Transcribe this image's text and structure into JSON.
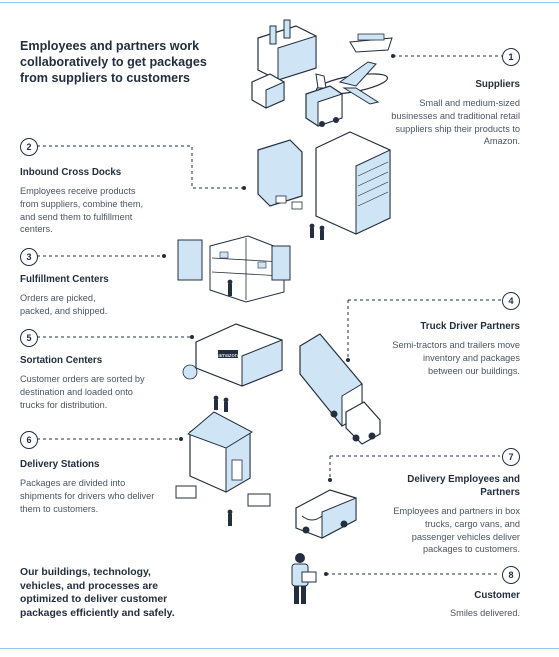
{
  "title": "Employees and partners work collaboratively to get packages from suppliers to customers",
  "footer": "Our buildings, technology, vehicles, and processes are optimized to deliver customer packages efficiently and safely.",
  "steps": [
    {
      "number": "1",
      "title": "Suppliers",
      "description": "Small and medium-sized businesses and traditional retail suppliers ship their products to Amazon."
    },
    {
      "number": "2",
      "title": "Inbound Cross Docks",
      "description": "Employees receive products from suppliers, combine them, and send them to fulfillment centers."
    },
    {
      "number": "3",
      "title": "Fulfillment Centers",
      "description": "Orders are picked, packed, and shipped."
    },
    {
      "number": "4",
      "title": "Truck Driver Partners",
      "description": "Semi-tractors and trailers move inventory and packages between our buildings."
    },
    {
      "number": "5",
      "title": "Sortation Centers",
      "description": "Customer orders are sorted by destination and loaded onto trucks for distribution."
    },
    {
      "number": "6",
      "title": "Delivery Stations",
      "description": "Packages are divided into shipments for drivers who deliver them to customers."
    },
    {
      "number": "7",
      "title": "Delivery Employees and Partners",
      "description": "Employees and partners in box trucks, cargo vans, and passenger vehicles deliver packages to customers."
    },
    {
      "number": "8",
      "title": "Customer",
      "description": "Smiles delivered."
    }
  ],
  "logo_text": "amazon",
  "colors": {
    "ink": "#232f3e",
    "accent": "#9ec7e6",
    "text": "#4a5563"
  }
}
